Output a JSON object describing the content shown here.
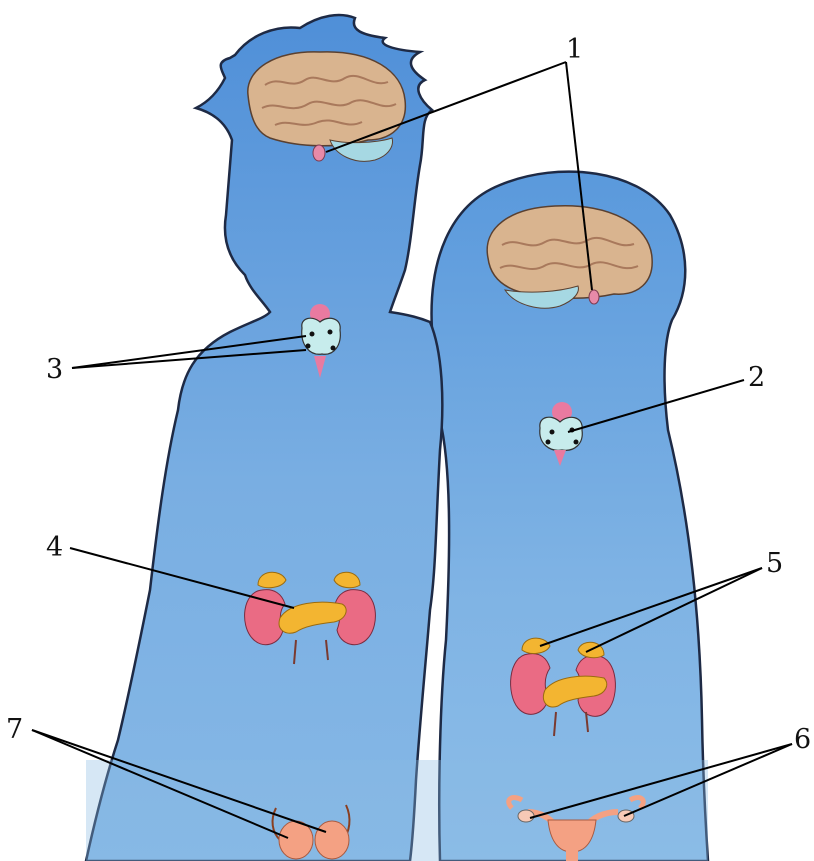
{
  "labels": {
    "l1": "1",
    "l2": "2",
    "l3": "3",
    "l4": "4",
    "l5": "5",
    "l6": "6",
    "l7": "7"
  },
  "colors": {
    "body_top": "#4f8fd8",
    "body_bottom": "#86b8e6",
    "outline": "#1e2a45",
    "brain": "#d9b48f",
    "brain_line": "#a9795c",
    "cerebellum": "#a6d8e3",
    "pituitary": "#e78aa8",
    "thyroid": "#c7ecec",
    "thymus": "#e97aa0",
    "kidney": "#ea6b84",
    "adrenal": "#f3b531",
    "pancreas": "#f3b531",
    "gonad": "#f4a183",
    "line": "#000000"
  }
}
